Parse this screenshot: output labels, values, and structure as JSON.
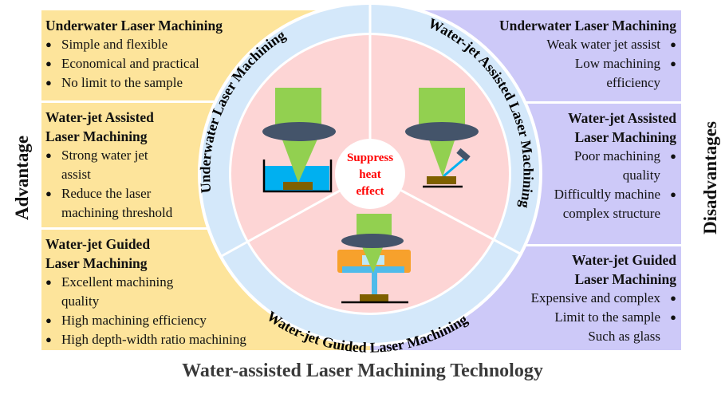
{
  "title": "Water-assisted Laser Machining Technology",
  "advantage_label": "Advantage",
  "disadvantage_label": "Disadvantages",
  "center_label": [
    "Suppress",
    "heat",
    "effect"
  ],
  "ring_labels": {
    "underwater": "Underwater Laser Machining",
    "assisted": "Water-jet Assisted Laser Machining",
    "guided": "Water-jet Guided Laser Machining"
  },
  "advantages": [
    {
      "heading": [
        "Underwater Laser Machining"
      ],
      "items": [
        "Simple and flexible",
        "Economical and practical",
        "No limit to the sample"
      ]
    },
    {
      "heading": [
        "Water-jet Assisted",
        "Laser Machining"
      ],
      "items": [
        "Strong water jet assist",
        "Reduce the laser machining threshold"
      ]
    },
    {
      "heading": [
        "Water-jet Guided",
        "Laser Machining"
      ],
      "items": [
        "Excellent machining quality",
        "High machining efficiency",
        "High depth-width ratio machining"
      ]
    }
  ],
  "disadvantages": [
    {
      "heading": [
        "Underwater Laser Machining"
      ],
      "items": [
        "Weak water jet assist",
        "Low machining efficiency"
      ]
    },
    {
      "heading": [
        "Water-jet Assisted",
        "Laser Machining"
      ],
      "items": [
        "Poor machining quality",
        "Difficultly machine complex structure"
      ]
    },
    {
      "heading": [
        "Water-jet Guided",
        "Laser Machining"
      ],
      "items": [
        "Expensive and complex",
        "Limit to the sample Such as glass"
      ]
    }
  ],
  "colors": {
    "advantage_bg": "#fde49b",
    "disadvantage_bg": "#cdc9f8",
    "ring": "#d4e8fa",
    "inner": "#fdd5d5",
    "laser": "#92d050",
    "lens": "#44546a",
    "water": "#00b0f0",
    "workpiece": "#7f6000",
    "center_text": "#ff0000"
  }
}
